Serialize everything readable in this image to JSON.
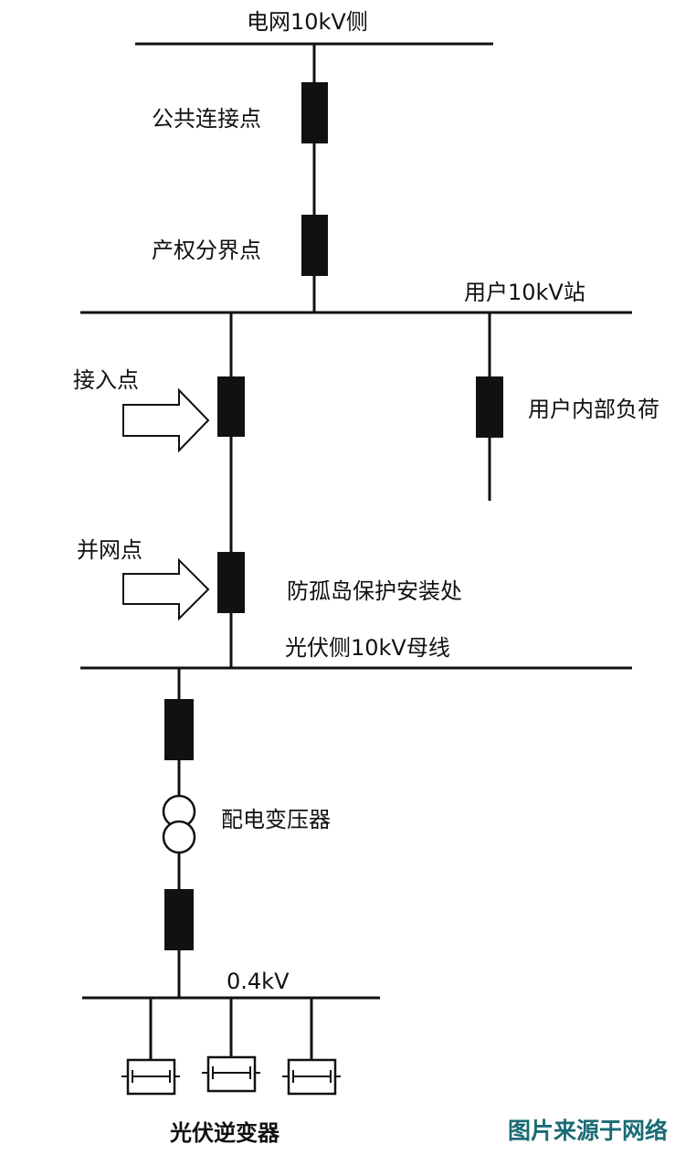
{
  "labels": {
    "grid_side": "电网10kV侧",
    "common_coupling_point": "公共连接点",
    "property_boundary_point": "产权分界点",
    "user_station": "用户10kV站",
    "access_point": "接入点",
    "internal_load": "用户内部负荷",
    "grid_connection_point": "并网点",
    "anti_islanding": "防孤岛保护安装处",
    "pv_bus": "光伏侧10kV母线",
    "transformer": "配电变压器",
    "low_voltage_bus": "0.4kV",
    "pv_inverter": "光伏逆变器"
  },
  "watermark": "图片来源于网络",
  "colors": {
    "line": "#111111",
    "watermark": "#1a6b73",
    "background": "#ffffff"
  }
}
